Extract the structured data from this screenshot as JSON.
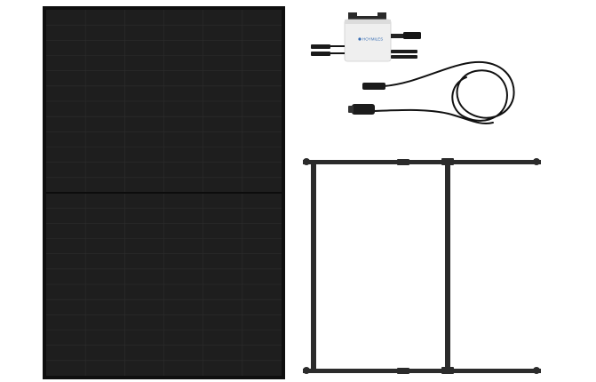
{
  "scene": {
    "description_items": [
      "solar-panel",
      "micro-inverter",
      "ac-cable-with-plug",
      "mounting-frame"
    ],
    "inverter": {
      "brand_text": "HOYMILES"
    },
    "colors": {
      "background": "#ffffff",
      "panel_frame": "#111111",
      "panel_cell": "#1f1f1f",
      "panel_grid": "#2c2c2c",
      "inverter_body": "#f2f2f2",
      "inverter_bracket": "#2a2a2a",
      "cable": "#111111",
      "frame": "#2b2b2b"
    }
  }
}
